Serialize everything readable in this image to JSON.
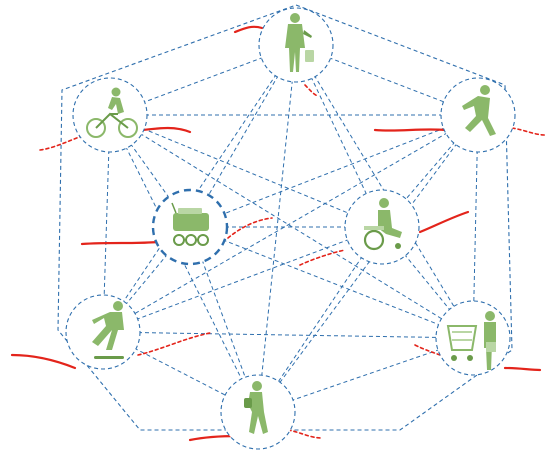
{
  "colors": {
    "link": "#2f6fad",
    "node_ring": "#2f6fad",
    "figure": "#8bb86a",
    "figure_dark": "#6a9b4a",
    "trajectory": "#e3241b"
  },
  "nodes": [
    {
      "id": "pedestrian-shopper",
      "icon": "person-with-bag-icon"
    },
    {
      "id": "cyclist",
      "icon": "cyclist-icon"
    },
    {
      "id": "runner",
      "icon": "runner-icon"
    },
    {
      "id": "delivery-robot",
      "icon": "delivery-robot-icon",
      "highlighted": true
    },
    {
      "id": "wheelchair-user",
      "icon": "wheelchair-user-icon"
    },
    {
      "id": "skateboarder",
      "icon": "skateboarder-icon"
    },
    {
      "id": "shopping-cart-user",
      "icon": "shopping-cart-icon"
    },
    {
      "id": "child-walker",
      "icon": "child-walker-icon"
    }
  ],
  "edges": "fully-connected"
}
